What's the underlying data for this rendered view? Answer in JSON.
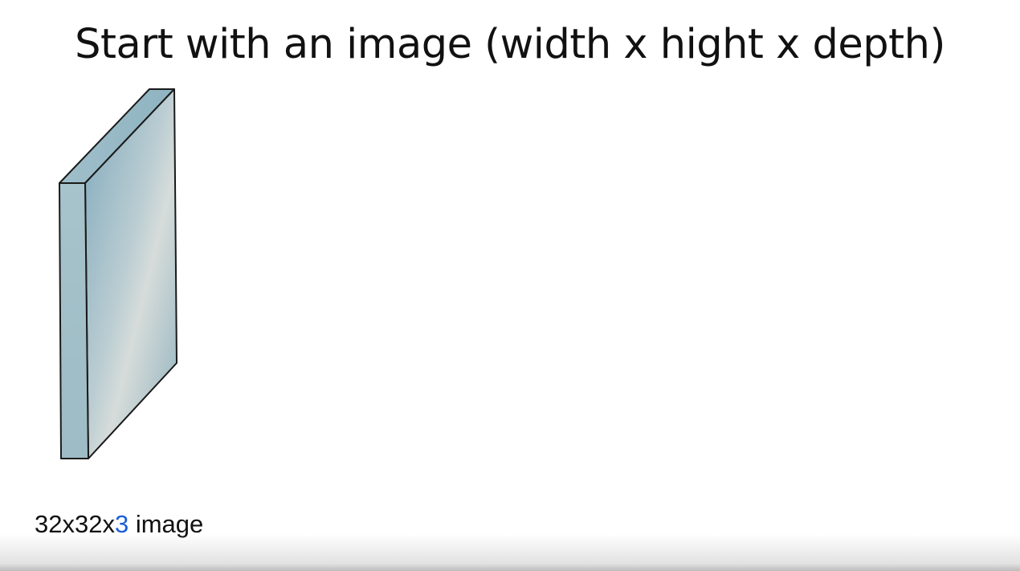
{
  "slide": {
    "title": "Start with an image (width x hight x depth)",
    "caption": {
      "dims_prefix": "32x32x",
      "depth_value": "3",
      "suffix": " image"
    }
  },
  "colors": {
    "title_text": "#111111",
    "depth_highlight": "#1b5fd6",
    "volume_front": "#8fb4c4",
    "volume_side": "#a9c4cd",
    "volume_top": "#9cbdc8",
    "outline": "#1a1a1a"
  }
}
